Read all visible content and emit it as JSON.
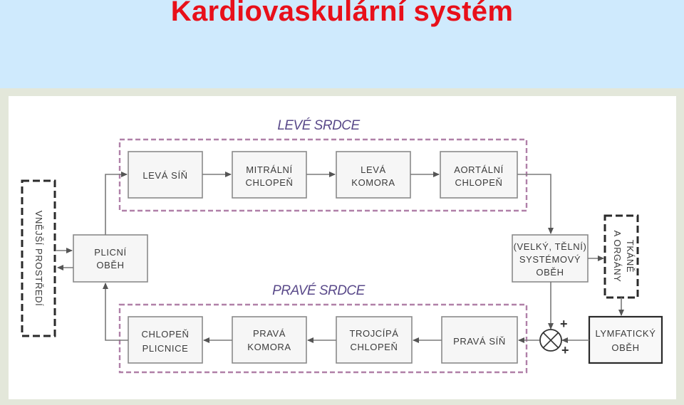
{
  "title": "Kardiovaskulární systém",
  "sections": {
    "left_heart": "LEVÉ SRDCE",
    "right_heart": "PRAVÉ SRDCE"
  },
  "nodes": {
    "leva_sin": [
      "LEVÁ SÍŇ"
    ],
    "mitralni": [
      "MITRÁLNÍ",
      "CHLOPEŇ"
    ],
    "leva_komora": [
      "LEVÁ",
      "KOMORA"
    ],
    "aortalni": [
      "AORTÁLNÍ",
      "CHLOPEŇ"
    ],
    "plicni_obeh": [
      "PLICNÍ",
      "OBĚH"
    ],
    "velky_obeh": [
      "(VELKÝ, TĚLNÍ)",
      "SYSTÉMOVÝ",
      "OBĚH"
    ],
    "chlopen_plicnice": [
      "CHLOPEŇ",
      "PLICNICE"
    ],
    "prava_komora": [
      "PRAVÁ",
      "KOMORA"
    ],
    "trojcipa": [
      "TROJCÍPÁ",
      "CHLOPEŇ"
    ],
    "prava_sin": [
      "PRAVÁ SÍŇ"
    ],
    "lymfaticky": [
      "LYMFATICKÝ",
      "OBĚH"
    ],
    "vnejsi": "VNĚJŠÍ PROSTŘEDÍ",
    "tkane": [
      "TKÁNĚ",
      "A ORGÁNY"
    ]
  },
  "junction": {
    "plus_top": "+",
    "plus_bottom": "+"
  },
  "colors": {
    "title": "#e8101a",
    "section": "#5a4a8a",
    "dashed_group": "#b080a8"
  }
}
